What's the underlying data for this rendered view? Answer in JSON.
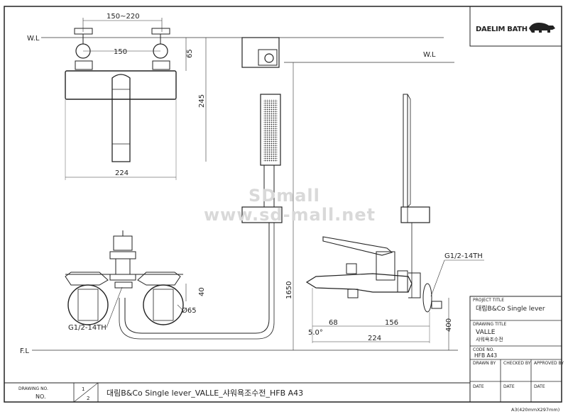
{
  "brand": {
    "logo_text": "DAELIM BATH"
  },
  "labels": {
    "wl_left": "W.L",
    "wl_right": "W.L",
    "fl": "F.L",
    "g12_left": "G1/2-14TH",
    "g12_right": "G1/2-14TH"
  },
  "dimensions": {
    "d150_220": "150~220",
    "d150": "150",
    "d65": "65",
    "d245": "245",
    "d224_top": "224",
    "d40": "40",
    "d65dia": "Ø65",
    "d1650": "1650",
    "d400": "400",
    "d68": "68",
    "d156": "156",
    "d224_side": "224",
    "d5deg": "5.0°"
  },
  "watermark": {
    "line1": "SDmall",
    "line2": "www.sd-mall.net"
  },
  "title_block": {
    "project_title_label": "PROJECT TITLE",
    "project_title": "대림B&Co Single lever",
    "drawing_title_label": "DRAWING TITLE",
    "drawing_title_1": "VALLE",
    "drawing_title_2": "샤워욕조수전",
    "code_no_label": "CODE NO.",
    "code_no": "HFB A43",
    "drawn_by": "DRAWN BY",
    "checked_by": "CHECKED BY",
    "approved_by": "APPROVED BY",
    "date1": "DATE",
    "date2": "DATE",
    "date3": "DATE"
  },
  "bottom_bar": {
    "drawing_no_label": "DRAWING NO.",
    "drawing_no_value": "NO.",
    "sheet_top": "1",
    "sheet_bottom": "2",
    "description": "대림B&Co Single lever_VALLE_샤워욕조수전_HFB A43"
  },
  "paper_size": "A3(420mmX297mm)"
}
